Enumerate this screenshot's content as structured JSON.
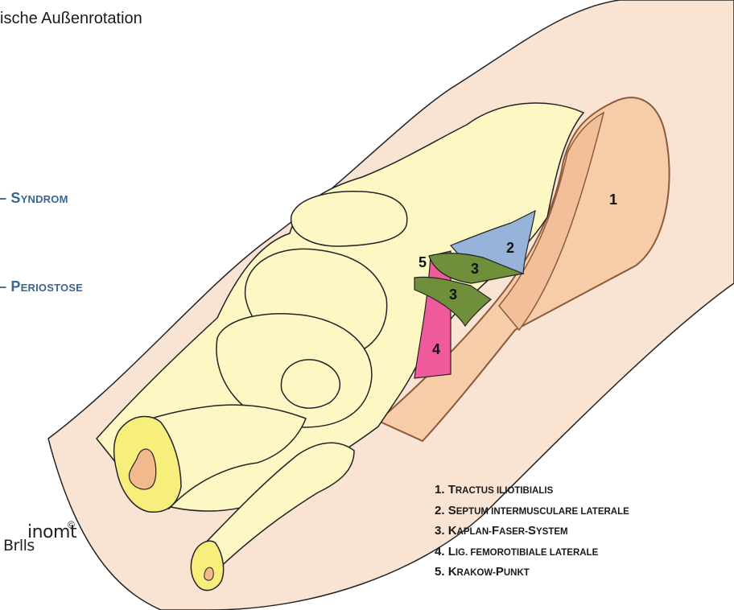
{
  "title": "ische Außenrotation",
  "side_labels": [
    {
      "lead": "– S",
      "rest": "YNDROM"
    },
    {
      "lead": "– P",
      "rest": "ERIOSTOSE"
    }
  ],
  "numbers": {
    "n1": "1",
    "n2": "2",
    "n3a": "3",
    "n3b": "3",
    "n4": "4",
    "n5": "5"
  },
  "legend": [
    {
      "num": "1.",
      "lead": "T",
      "rest": "RACTUS ILIOTIBIALIS"
    },
    {
      "num": "2.",
      "lead": "S",
      "rest": "EPTUM INTERMUSCULARE LATERALE"
    },
    {
      "num": "3.",
      "lead": "K",
      "rest": "APLAN-",
      "lead2": "F",
      "rest2": "ASER-",
      "lead3": "S",
      "rest3": "YSTEM"
    },
    {
      "num": "4.",
      "lead": "L",
      "rest": "IG. FEMOROTIBIALE LATERALE"
    },
    {
      "num": "5.",
      "lead": "K",
      "rest": "RAKOW-",
      "lead2": "P",
      "rest2": "UNKT"
    }
  ],
  "logo": {
    "line1": "inomt",
    "line2": "Brlls",
    "mark": "©"
  },
  "colors": {
    "skin": "#f9e3d3",
    "bone": "#fdf8c3",
    "tractus": "#f7cda9",
    "tractus_edge": "#8b5a3a",
    "septum": "#97b3d9",
    "kaplan": "#6f8f3a",
    "ligament": "#ef5a9c",
    "marrow": "#f2b98c",
    "bone_cut": "#f7ee7c"
  }
}
